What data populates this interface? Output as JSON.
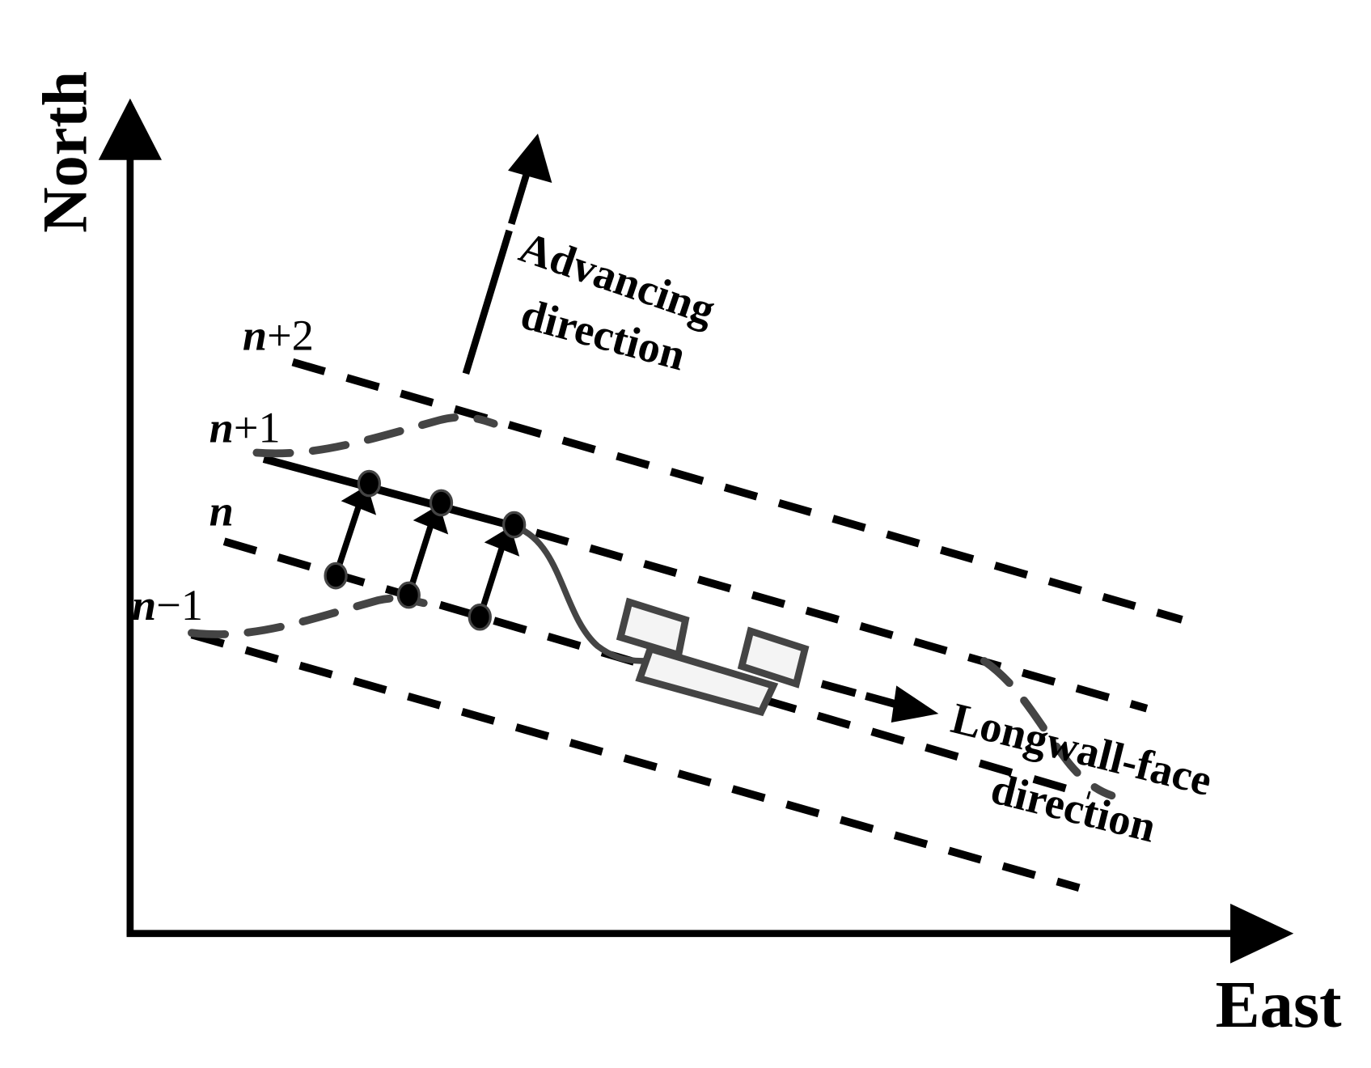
{
  "axes": {
    "y_label": "North",
    "x_label": "East"
  },
  "layers": [
    {
      "id": "n_plus_2",
      "prefix": "n",
      "suffix": "+2"
    },
    {
      "id": "n_plus_1",
      "prefix": "n",
      "suffix": "+1"
    },
    {
      "id": "n",
      "prefix": "n",
      "suffix": ""
    },
    {
      "id": "n_minus_1",
      "prefix": "n",
      "suffix": "−1"
    }
  ],
  "annotations": {
    "advancing_line1": "Advancing",
    "advancing_line2": "direction",
    "longwall_line1": "Longwall-face",
    "longwall_line2": "direction"
  },
  "colors": {
    "line": "#000000",
    "curve": "#444444",
    "shearer_fill": "#f4f4f4"
  }
}
